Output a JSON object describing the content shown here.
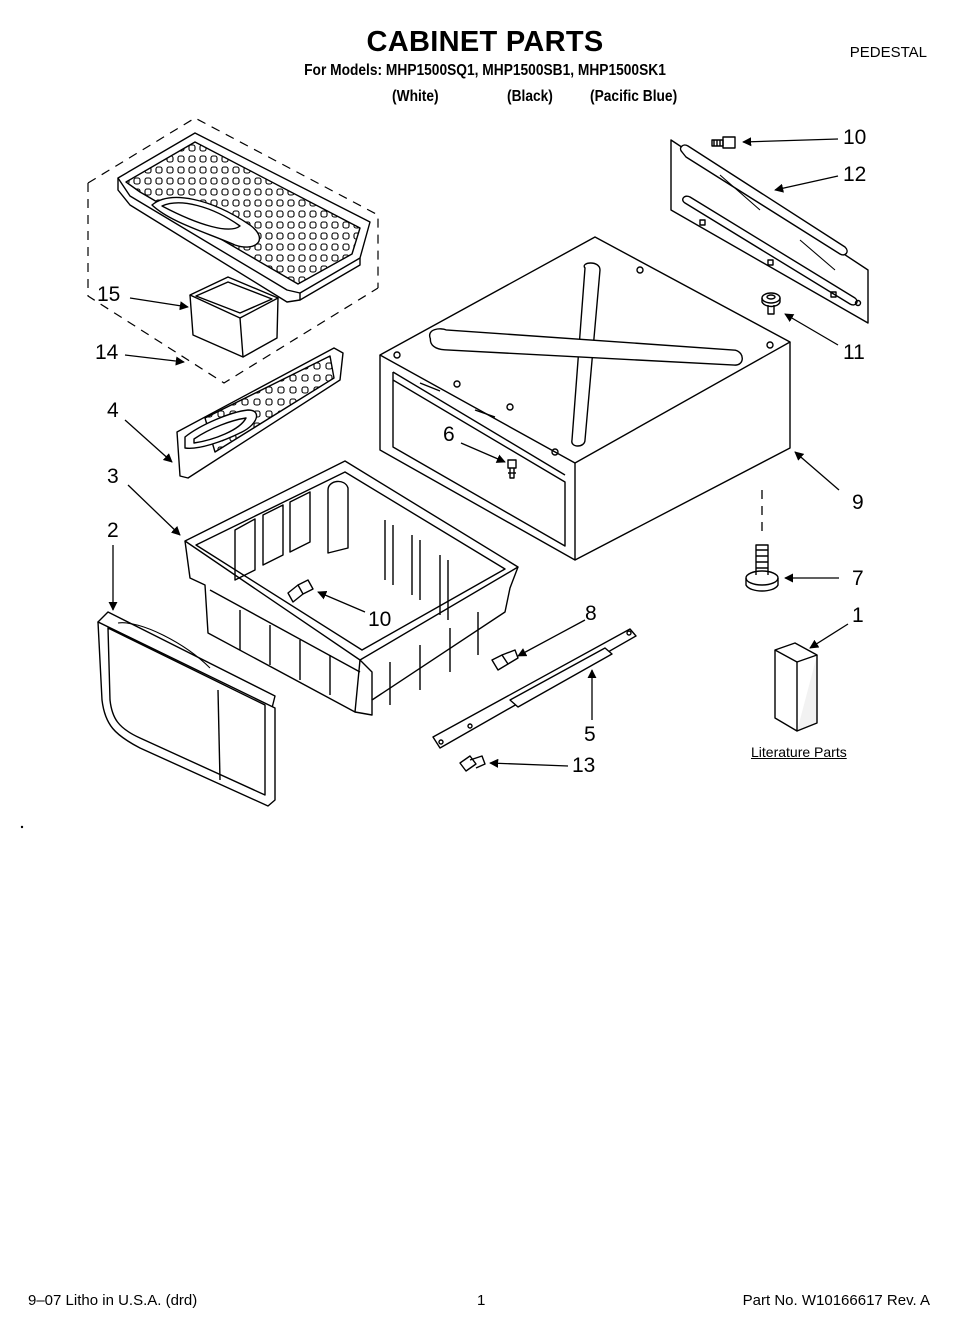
{
  "header": {
    "title": "CABINET PARTS",
    "section": "PEDESTAL",
    "models_line": "For Models: MHP1500SQ1, MHP1500SB1, MHP1500SK1",
    "colors": [
      "(White)",
      "(Black)",
      "(Pacific Blue)"
    ]
  },
  "callouts": {
    "c1": "1",
    "c2": "2",
    "c3": "3",
    "c4": "4",
    "c5": "5",
    "c6": "6",
    "c7": "7",
    "c8": "8",
    "c9": "9",
    "c10a": "10",
    "c10b": "10",
    "c11": "11",
    "c12": "12",
    "c13": "13",
    "c14": "14",
    "c15": "15"
  },
  "literature_label": "Literature Parts",
  "footer": {
    "left": "9–07 Litho in U.S.A. (drd)",
    "center": "1",
    "right": "Part No. W10166617 Rev. A"
  }
}
